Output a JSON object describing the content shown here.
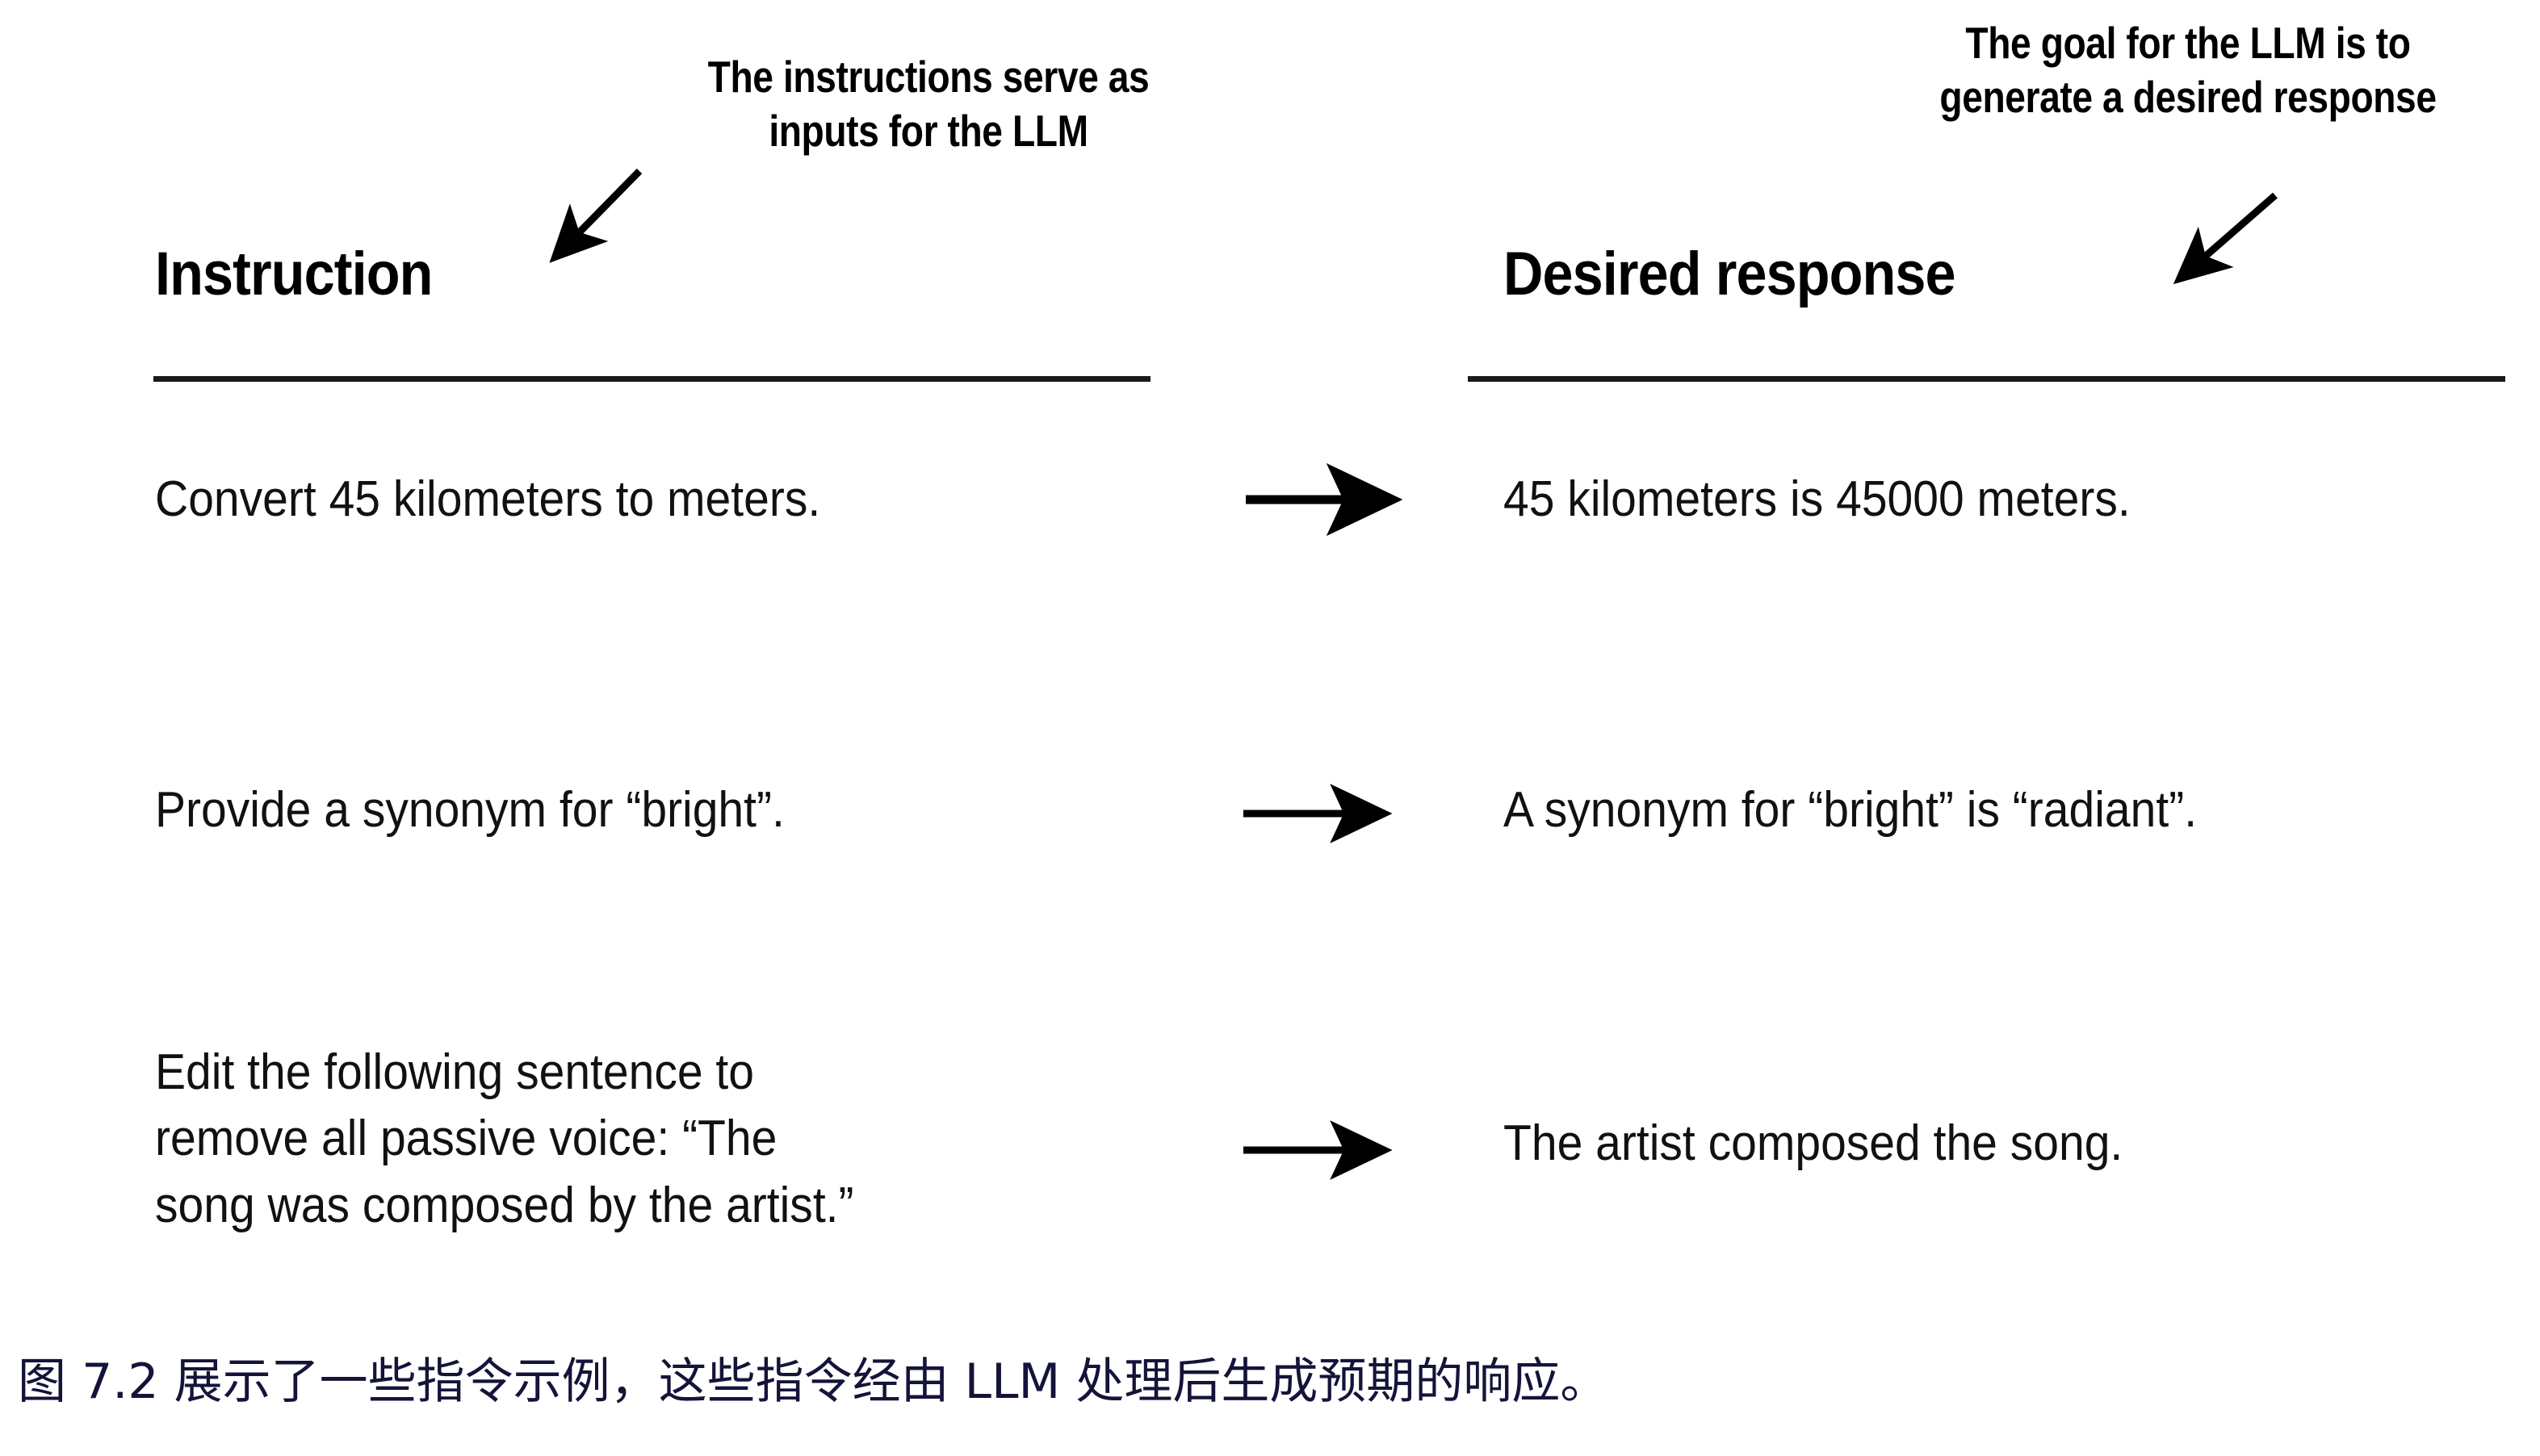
{
  "figure": {
    "callouts": [
      {
        "id": "instruction",
        "lines": [
          "The instructions serve as",
          "inputs for the LLM"
        ],
        "arrow": "callout-arrow-down-left"
      },
      {
        "id": "response",
        "lines": [
          "The goal for the LLM is to",
          "generate a desired response"
        ],
        "arrow": "callout-arrow-down-left"
      }
    ],
    "columns": {
      "instruction_header": "Instruction",
      "response_header": "Desired response"
    },
    "rows": [
      {
        "instruction": [
          "Convert 45 kilometers to meters."
        ],
        "response": [
          "45 kilometers is 45000 meters."
        ],
        "connector": "right-arrow"
      },
      {
        "instruction": [
          "Provide a synonym for “bright”."
        ],
        "response": [
          "A synonym for “bright” is “radiant”."
        ],
        "connector": "right-arrow"
      },
      {
        "instruction": [
          "Edit the following sentence to",
          "remove all passive voice: “The",
          "song was composed by the artist.”"
        ],
        "response": [
          "The artist composed the song."
        ],
        "connector": "right-arrow"
      }
    ]
  },
  "caption": {
    "text": "图 7.2 展示了一些指令示例，这些指令经由 LLM 处理后生成预期的响应。",
    "color": "#14143a"
  },
  "colors": {
    "background": "#ffffff",
    "ink": "#000000",
    "body_ink": "#111111",
    "rule": "#1a1a1a",
    "caption": "#14143a"
  }
}
